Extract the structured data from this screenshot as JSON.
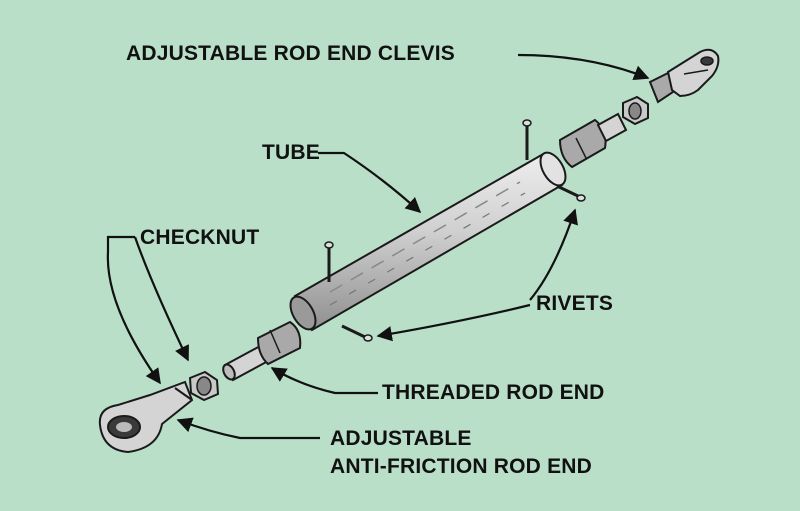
{
  "labels": {
    "clevis": "ADJUSTABLE ROD END CLEVIS",
    "tube": "TUBE",
    "checknut": "CHECKNUT",
    "rivets": "RIVETS",
    "threaded": "THREADED ROD END",
    "antifriction_1": "ADJUSTABLE",
    "antifriction_2": "ANTI-FRICTION ROD END"
  },
  "colors": {
    "background": "#b9dfc9",
    "part_fill": "#d4d4d4",
    "part_shade": "#a8a8a8",
    "outline": "#1a1a1a"
  }
}
